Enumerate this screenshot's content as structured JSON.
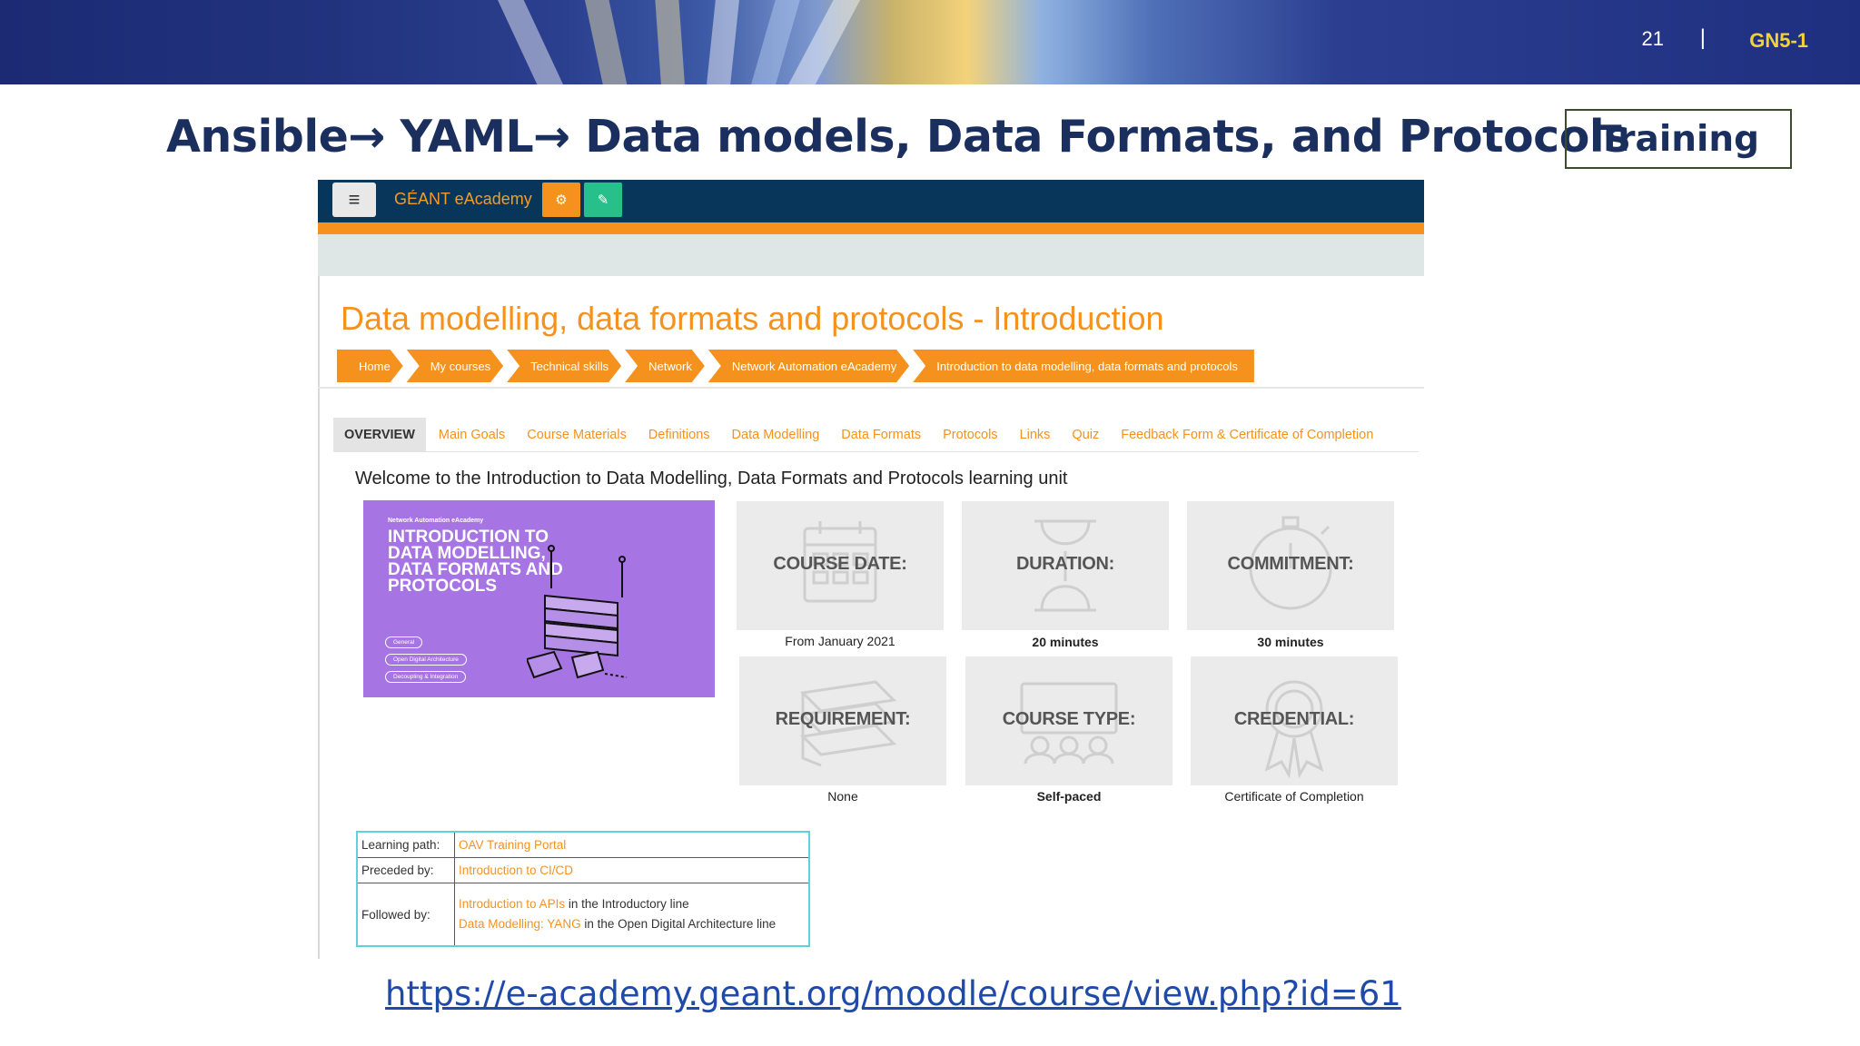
{
  "slide": {
    "number": "21",
    "separator": "|",
    "code": "GN5-1",
    "title": "Ansible→ YAML→ Data models, Data Formats, and Protocols",
    "badge": "Training",
    "url": "https://e-academy.geant.org/moodle/course/view.php?id=61"
  },
  "moodle": {
    "brand": "GÉANT eAcademy",
    "menu_icon": "hamburger-icon",
    "header_buttons": [
      {
        "icon": "gears-icon",
        "color": "#f5921e"
      },
      {
        "icon": "edit-icon",
        "color": "#27c08a"
      }
    ],
    "page_title": "Data modelling, data formats and protocols - Introduction",
    "breadcrumbs": [
      "Home",
      "My courses",
      "Technical skills",
      "Network",
      "Network Automation eAcademy",
      "Introduction to data modelling, data formats and protocols"
    ],
    "tabs": [
      "OVERVIEW",
      "Main Goals",
      "Course Materials",
      "Definitions",
      "Data Modelling",
      "Data Formats",
      "Protocols",
      "Links",
      "Quiz",
      "Feedback Form & Certificate of Completion"
    ],
    "welcome": "Welcome to the Introduction to Data Modelling, Data Formats and Protocols learning unit",
    "cover": {
      "small": "Network Automation eAcademy",
      "title": "INTRODUCTION TO DATA MODELLING, DATA FORMATS AND PROTOCOLS",
      "tags": [
        "General",
        "Open Digital Architecture",
        "Decoupling & Integration"
      ]
    },
    "cards": [
      {
        "label": "COURSE DATE:",
        "value": "From January 2021",
        "icon": "calendar-icon"
      },
      {
        "label": "DURATION:",
        "value": "20 minutes",
        "icon": "hourglass-icon"
      },
      {
        "label": "COMMITMENT:",
        "value": "30 minutes",
        "icon": "stopwatch-icon"
      },
      {
        "label": "REQUIREMENT:",
        "value": "None",
        "icon": "books-icon"
      },
      {
        "label": "COURSE TYPE:",
        "value": "Self-paced",
        "icon": "classroom-icon"
      },
      {
        "label": "CREDENTIAL:",
        "value": "Certificate of Completion",
        "icon": "award-icon"
      }
    ],
    "info": {
      "learning_path_key": "Learning path:",
      "learning_path_val": "OAV Training Portal",
      "preceded_key": "Preceded by:",
      "preceded_val": "Introduction to CI/CD",
      "followed_key": "Followed by:",
      "followed_1_link": "Introduction to APIs",
      "followed_1_rest": " in the Introductory line",
      "followed_2_link": "Data Modelling: YANG",
      "followed_2_rest": " in the Open Digital Architecture line"
    }
  },
  "colors": {
    "accent_orange": "#f5921e",
    "navbar": "#07365a",
    "title_blue": "#1b2f5e",
    "slide_code": "#f2d23c",
    "table_border": "#5fd0dc"
  }
}
